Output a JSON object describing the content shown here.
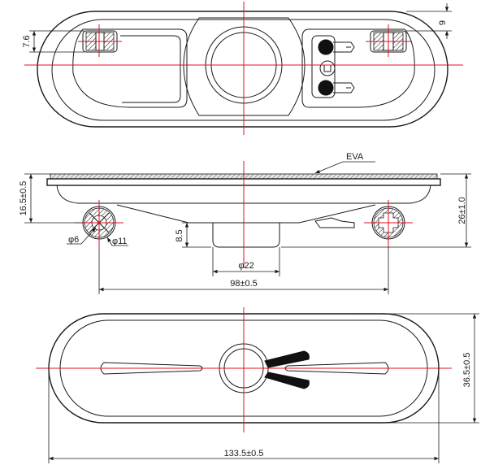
{
  "top_view": {
    "dim_left": "7.6",
    "dim_right": "9"
  },
  "side_view": {
    "leader_label": "EVA",
    "dim_height_left": "16.5±0.5",
    "dim_height_right": "26±1.0",
    "dim_step": "8.5",
    "dim_hole_small": "φ6",
    "dim_hole_large": "φ11",
    "dim_neck": "φ22",
    "dim_hole_pitch": "98±0.5"
  },
  "bottom_view": {
    "dim_width": "36.5±0.5",
    "dim_length": "133.5±0.5"
  }
}
